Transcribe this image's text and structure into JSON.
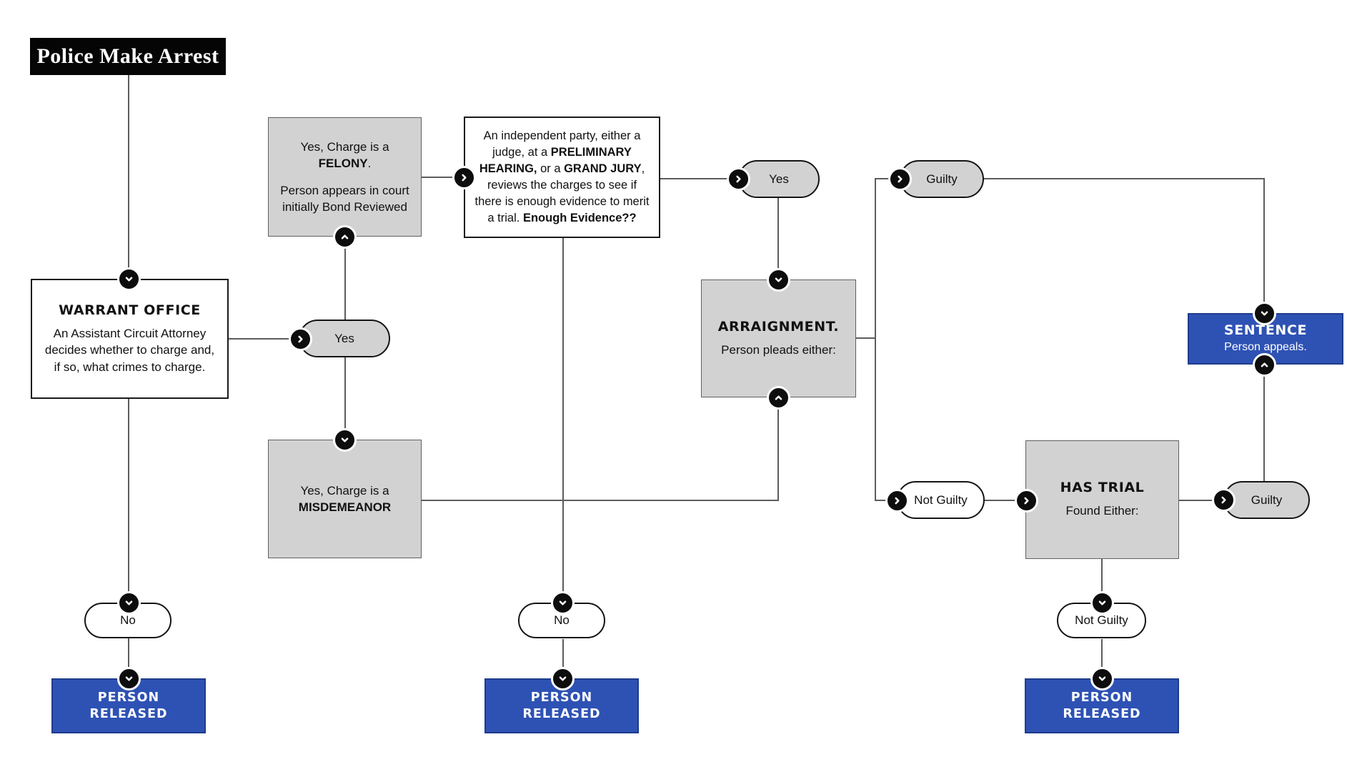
{
  "title_box": "Police Make Arrest",
  "nodes": {
    "warrant": {
      "heading": "WARRANT OFFICE",
      "body": "An Assistant Circuit Attorney decides whether to charge and, if so, what crimes to charge."
    },
    "felony": {
      "pre": "Yes, Charge is a ",
      "bold": "FELONY",
      "post": ".",
      "body": "Person appears in court initially Bond Reviewed"
    },
    "misdemeanor": {
      "pre": "Yes, Charge is a",
      "bold": "MISDEMEANOR"
    },
    "hearing": {
      "seg1": "An independent party, either a judge, at a ",
      "seg2": "PRELIMINARY HEARING,",
      "seg3": " or a ",
      "seg4": "GRAND JURY",
      "seg5": ", reviews the charges to see if there is enough evidence to merit a trial. ",
      "seg6": "Enough Evidence??"
    },
    "arraignment": {
      "heading": "ARRAIGNMENT.",
      "body": "Person pleads either:"
    },
    "trial": {
      "heading": "HAS TRIAL",
      "body": "Found Either:"
    },
    "sentence": {
      "heading": "SENTENCE",
      "body": "Person appeals."
    },
    "released": {
      "line1": "PERSON",
      "line2": "RELEASED"
    }
  },
  "labels": {
    "yes": "Yes",
    "no": "No",
    "guilty": "Guilty",
    "not_guilty": "Not Guilty"
  },
  "icons": {
    "down": "chevron-down",
    "up": "chevron-up",
    "right": "chevron-right"
  },
  "colors": {
    "accent_blue": "#2e52b4",
    "accent_blue_border": "#1e3c8c",
    "node_gray": "#d2d2d2",
    "node_black": "#050505",
    "connector": "#5c5c5c"
  }
}
